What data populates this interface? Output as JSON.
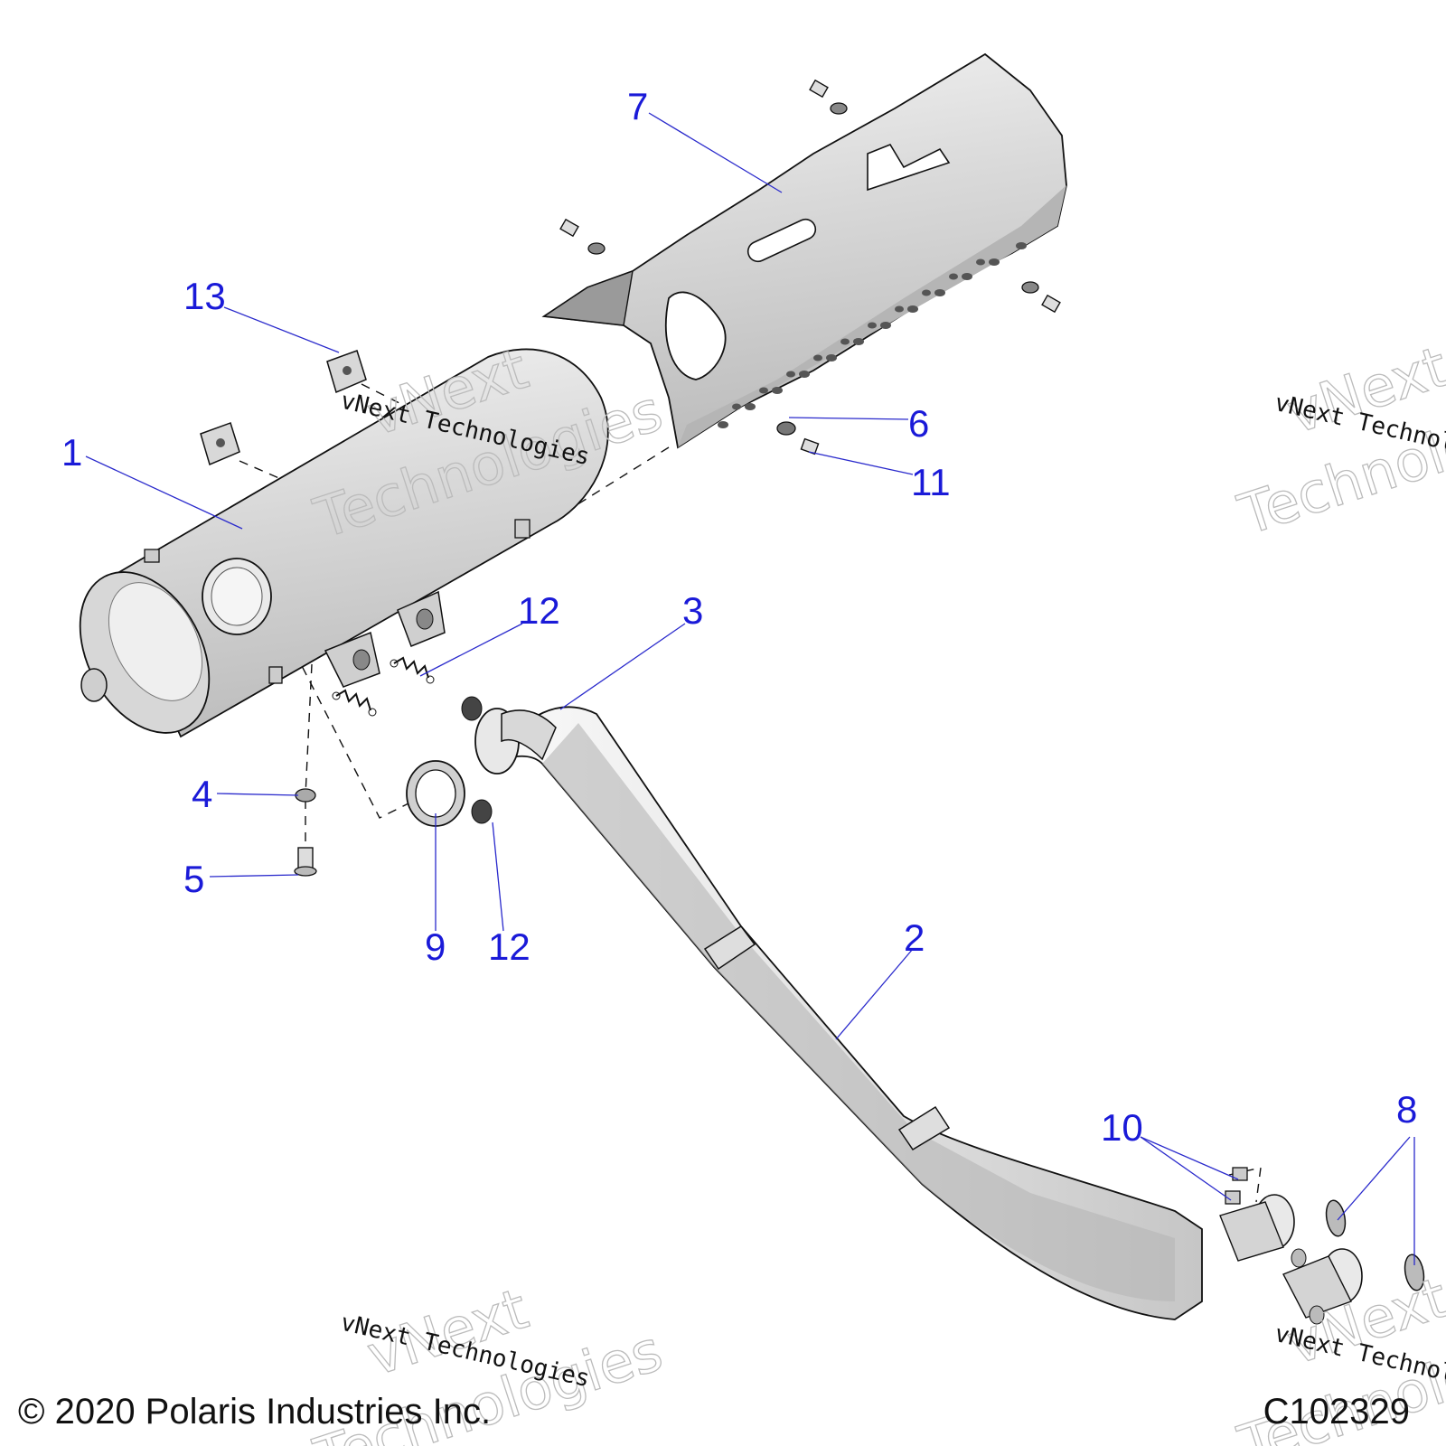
{
  "callouts": {
    "c1": "1",
    "c2": "2",
    "c3": "3",
    "c4": "4",
    "c5": "5",
    "c6": "6",
    "c7": "7",
    "c8": "8",
    "c9": "9",
    "c10": "10",
    "c11": "11",
    "c12a": "12",
    "c12b": "12",
    "c13": "13"
  },
  "watermark": {
    "line1": "vNext",
    "line2": "Technologies",
    "caption": "vNext Technologies"
  },
  "footer": {
    "copyright": "© 2020 Polaris Industries Inc.",
    "drawing_id": "C102329"
  },
  "colors": {
    "callout": "#1a1ad8",
    "part_fill": "#e6e6e6",
    "shadow_fill": "#9a9a9a"
  }
}
